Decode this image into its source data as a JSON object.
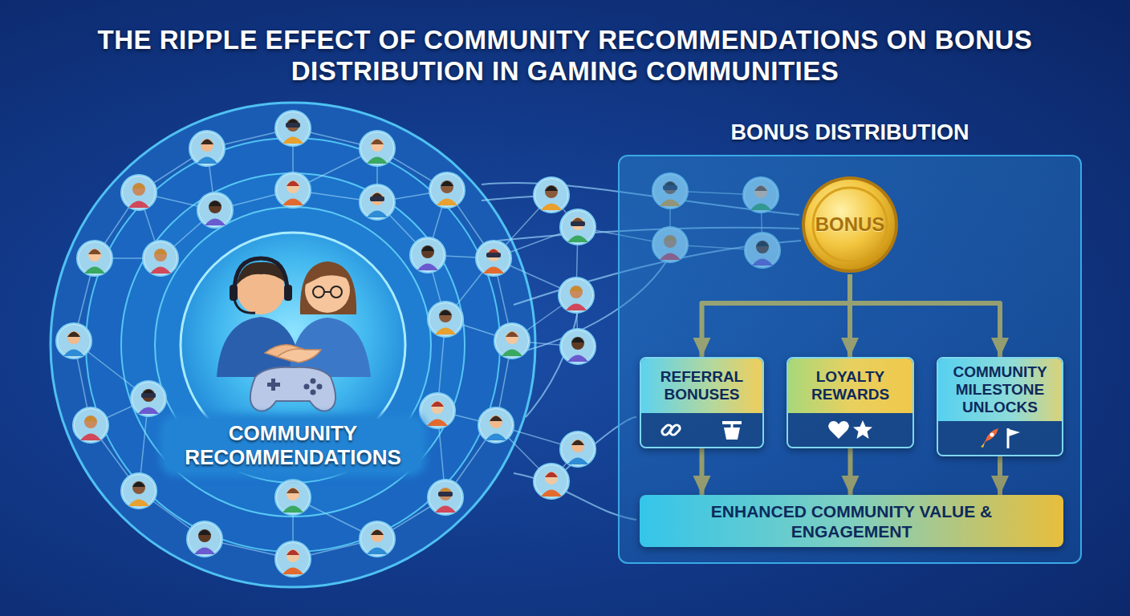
{
  "diagram": {
    "title": "THE RIPPLE EFFECT OF COMMUNITY RECOMMENDATIONS ON BONUS DISTRIBUTION IN GAMING COMMUNITIES",
    "nodes": [
      {
        "text": [
          "COMMUNITY RECOMMENDATIONS"
        ]
      },
      {
        "text": [
          "BONUS DISTRIBUTION"
        ]
      },
      {
        "text": [
          "BONUS"
        ],
        "in": 1
      },
      {
        "text": [
          "REFERRAL BONUSES"
        ],
        "in": 1
      },
      {
        "text": [
          "LOYALTY REWARDS"
        ],
        "in": 1
      },
      {
        "text": [
          "COMMUNITY MILESTONE UNLOCKS"
        ],
        "in": 1
      },
      {
        "text": [
          "ENHANCED COMMUNITY VALUE & ENGAGEMENT"
        ],
        "in": 1
      }
    ],
    "edges": [
      {
        "from": 2,
        "to": 3,
        "arrow": "to"
      },
      {
        "from": 2,
        "to": 4,
        "arrow": "to"
      },
      {
        "from": 2,
        "to": 5,
        "arrow": "to"
      },
      {
        "from": 3,
        "to": 6,
        "arrow": "to"
      },
      {
        "from": 4,
        "to": 6,
        "arrow": "to"
      },
      {
        "from": 5,
        "to": 6,
        "arrow": "to"
      }
    ]
  }
}
